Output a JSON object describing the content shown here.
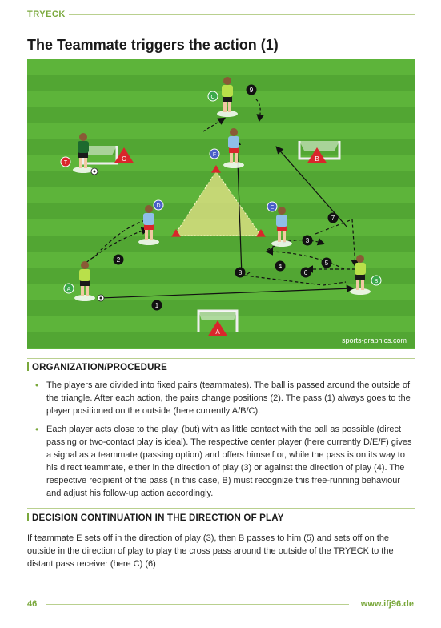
{
  "header": {
    "brand": "TRYECK",
    "title": "The Teammate triggers the action (1)"
  },
  "diagram": {
    "credit": "sports-graphics.com",
    "player_labels": [
      "A",
      "B",
      "C",
      "D",
      "E",
      "F",
      "T"
    ],
    "goal_labels": [
      "A",
      "B",
      "C"
    ],
    "action_numbers": [
      "1",
      "2",
      "3",
      "4",
      "5",
      "6",
      "7",
      "8",
      "9"
    ],
    "colors": {
      "grass_light": "#5fb23c",
      "grass_dark": "#54a636",
      "pass_line": "#111111",
      "goal_cone": "#d9262b",
      "triangle": "#e8e38a"
    }
  },
  "organization": {
    "heading": "ORGANIZATION/PROCEDURE",
    "bullets": [
      "The players are divided into fixed pairs (teammates). The ball is passed around the outside of the triangle. After each action, the pairs change positions (2). The pass (1) always goes to the player positioned on the outside (here currently A/B/C).",
      "Each player acts close to the play, (but) with as little contact with the ball as possible (direct passing or two-contact play is ideal). The respective center player (here currently D/E/F) gives a signal as a teammate (passing option) and offers himself or, while the pass is on its way to his direct teammate, either in the direction of play (3) or against the direction of play (4). The respective recipient of the pass (in this case, B) must recognize this free-running behaviour and adjust his follow-up action accordingly."
    ]
  },
  "decision": {
    "heading": "DECISION CONTINUATION IN THE DIRECTION OF PLAY",
    "text": "If teammate E sets off in the direction of play (3), then B passes to him (5) and sets off on the outside in the direction of play to play the cross pass around the outside of the TRYECK to the distant pass receiver (here C) (6)"
  },
  "footer": {
    "page_number": "46",
    "url": "www.ifj96.de"
  }
}
